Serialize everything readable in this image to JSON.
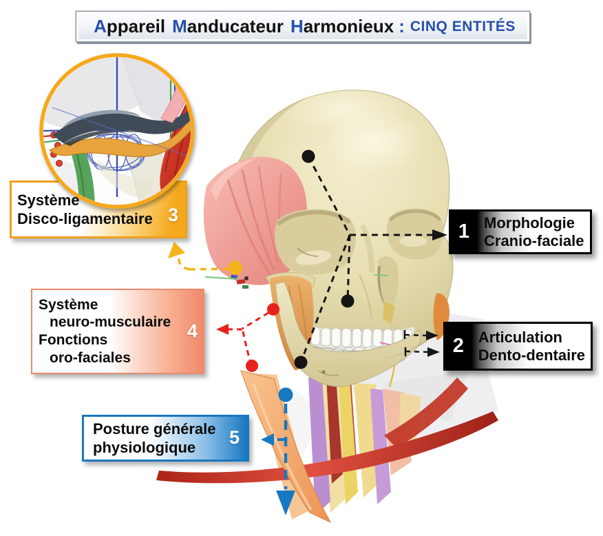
{
  "title": {
    "words": [
      {
        "initial": "A",
        "rest": "ppareil"
      },
      {
        "initial": "M",
        "rest": "anducateur"
      },
      {
        "initial": "H",
        "rest": "armonieux"
      }
    ],
    "separator": ":",
    "suffix": "CINQ ENTITÉS"
  },
  "entities": {
    "e1": {
      "number": "1",
      "line1": "Morphologie",
      "line2": "Cranio-faciale",
      "accent": "#000000",
      "connector_color": "#151515"
    },
    "e2": {
      "number": "2",
      "line1": "Articulation",
      "line2": "Dento-dentaire",
      "accent": "#000000",
      "connector_color": "#151515"
    },
    "e3": {
      "number": "3",
      "line1": "Système",
      "line2": "Disco-ligamentaire",
      "accent": "#F5A81C",
      "connector_color": "#F5B31C"
    },
    "e4": {
      "number": "4",
      "line1": "Système",
      "line2": "neuro-musculaire",
      "line3": "Fonctions",
      "line4": "oro-faciales",
      "accent": "#EF8A68",
      "connector_color": "#E8221C"
    },
    "e5": {
      "number": "5",
      "line1": "Posture générale",
      "line2": "physiologique",
      "accent": "#1778C2",
      "connector_color": "#1778C2"
    }
  },
  "colors": {
    "title_blue": "#2750A8",
    "amber": "#F5A81C",
    "salmon": "#EF8A68",
    "blue": "#1778C2",
    "red": "#E8221C",
    "black": "#000000",
    "skull_bone": "#E6DEB0",
    "temporalis_pink": "#F5ACA4",
    "masseter_orange": "#E0A057"
  }
}
